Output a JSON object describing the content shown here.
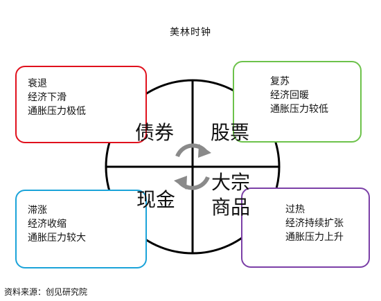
{
  "title": "美林时钟",
  "phases": {
    "recession": {
      "lines": [
        "衰退",
        "经济下滑",
        "通胀压力极低"
      ],
      "color": "#e0101c"
    },
    "recovery": {
      "lines": [
        "复苏",
        "经济回暖",
        "通胀压力较低"
      ],
      "color": "#6cc24a"
    },
    "stagflation": {
      "lines": [
        "滞涨",
        "经济收缩",
        "通胀压力较大"
      ],
      "color": "#1aa3d9"
    },
    "overheat": {
      "lines": [
        "过热",
        "经济持续扩张",
        "通胀压力上升"
      ],
      "color": "#7b3fa7"
    }
  },
  "assets": {
    "bonds": "债券",
    "stocks": "股票",
    "cash": "现金",
    "commodities": [
      "大宗",
      "商品"
    ]
  },
  "cycle_icon": "rotating-arrows-icon",
  "source": "资料来源：创见研究院"
}
